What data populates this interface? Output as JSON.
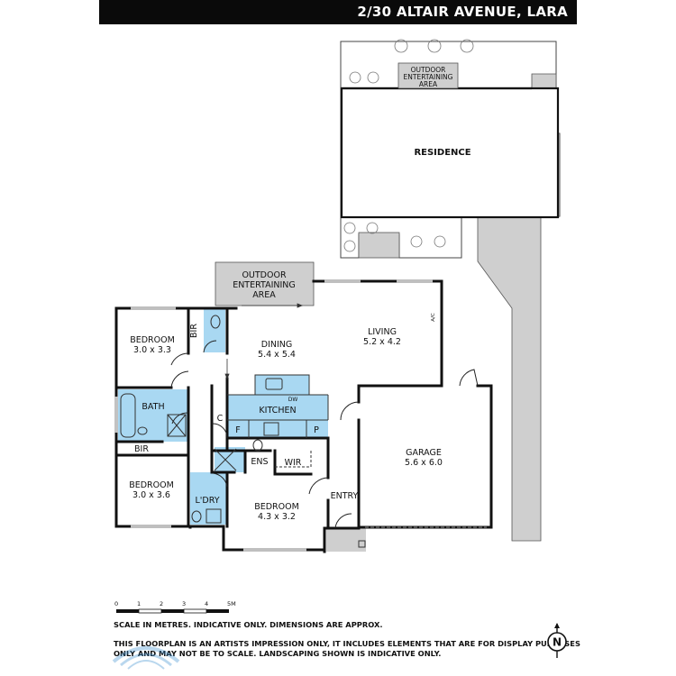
{
  "header": {
    "address": "2/30 ALTAIR AVENUE, LARA"
  },
  "rooms": {
    "outdoor_top": {
      "line1": "OUTDOOR",
      "line2": "ENTERTAINING",
      "line3": "AREA"
    },
    "residence": {
      "name": "RESIDENCE"
    },
    "outdoor_main": {
      "line1": "OUTDOOR",
      "line2": "ENTERTAINING",
      "line3": "AREA"
    },
    "bedroom1": {
      "name": "BEDROOM",
      "dims": "3.0 x 3.3"
    },
    "bir1": {
      "name": "BIR"
    },
    "dining": {
      "name": "DINING",
      "dims": "5.4 x 5.4"
    },
    "living": {
      "name": "LIVING",
      "dims": "5.2 x 4.2"
    },
    "ac": {
      "name": "A/C"
    },
    "bath": {
      "name": "BATH"
    },
    "bir2": {
      "name": "BIR"
    },
    "kitchen": {
      "name": "KITCHEN",
      "dw": "DW"
    },
    "c": {
      "name": "C"
    },
    "f": {
      "name": "F"
    },
    "p": {
      "name": "P"
    },
    "ens": {
      "name": "ENS"
    },
    "wir": {
      "name": "WIR"
    },
    "garage": {
      "name": "GARAGE",
      "dims": "5.6 x 6.0"
    },
    "bedroom2": {
      "name": "BEDROOM",
      "dims": "3.0 x 3.6"
    },
    "ldry": {
      "name": "L'DRY"
    },
    "bedroom3": {
      "name": "BEDROOM",
      "dims": "4.3 x 3.2"
    },
    "entry": {
      "name": "ENTRY"
    }
  },
  "scale": {
    "ticks": [
      "0",
      "1",
      "2",
      "3",
      "4",
      "5M"
    ]
  },
  "disclaimer": {
    "line1": "SCALE IN METRES. INDICATIVE ONLY. DIMENSIONS ARE APPROX.",
    "line2": "THIS FLOORPLAN IS AN ARTISTS IMPRESSION ONLY, IT INCLUDES ELEMENTS THAT ARE FOR DISPLAY PURPOSES",
    "line3": "ONLY AND MAY NOT BE TO SCALE. LANDSCAPING SHOWN IS INDICATIVE ONLY."
  },
  "compass": {
    "label": "N"
  },
  "colors": {
    "wet_area": "#a9d8f2",
    "outdoor": "#cfcfcf",
    "wall": "#111111",
    "header": "#0a0a0a"
  }
}
